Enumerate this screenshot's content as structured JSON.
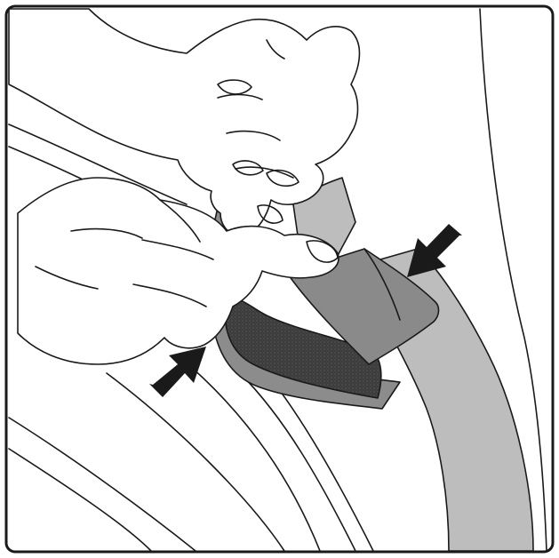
{
  "illustration": {
    "colors": {
      "outline": "#1a1a1a",
      "strap_light": "#bdbdbd",
      "strap_mid": "#8c8c8c",
      "loop_patch": "#8a8a8a",
      "hook_patch": "#3c3c3c",
      "background": "#ffffff",
      "arrow": "#1a1a1a"
    },
    "arrows": [
      {
        "name": "upper-right-arrow",
        "direction": "down-left"
      },
      {
        "name": "lower-left-arrow",
        "direction": "up-right"
      }
    ]
  }
}
